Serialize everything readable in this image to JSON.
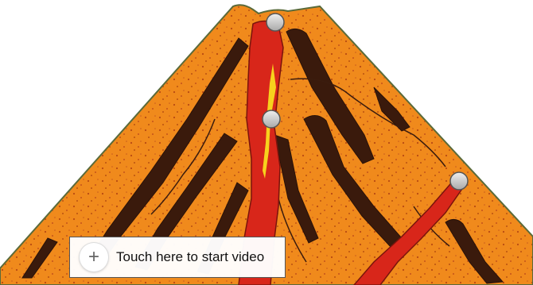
{
  "video_prompt": {
    "icon": "plus-icon",
    "label": "Touch here to start video"
  },
  "hotspots": [
    {
      "name": "hotspot-summit"
    },
    {
      "name": "hotspot-central-vent"
    },
    {
      "name": "hotspot-side-vent"
    }
  ],
  "colors": {
    "rock_orange": "#f08a1c",
    "lava_red": "#d8261a",
    "magma_yellow": "#f7d21d",
    "strata_dark": "#3a1a0c",
    "hotspot_fill": "#c8c8c8"
  }
}
